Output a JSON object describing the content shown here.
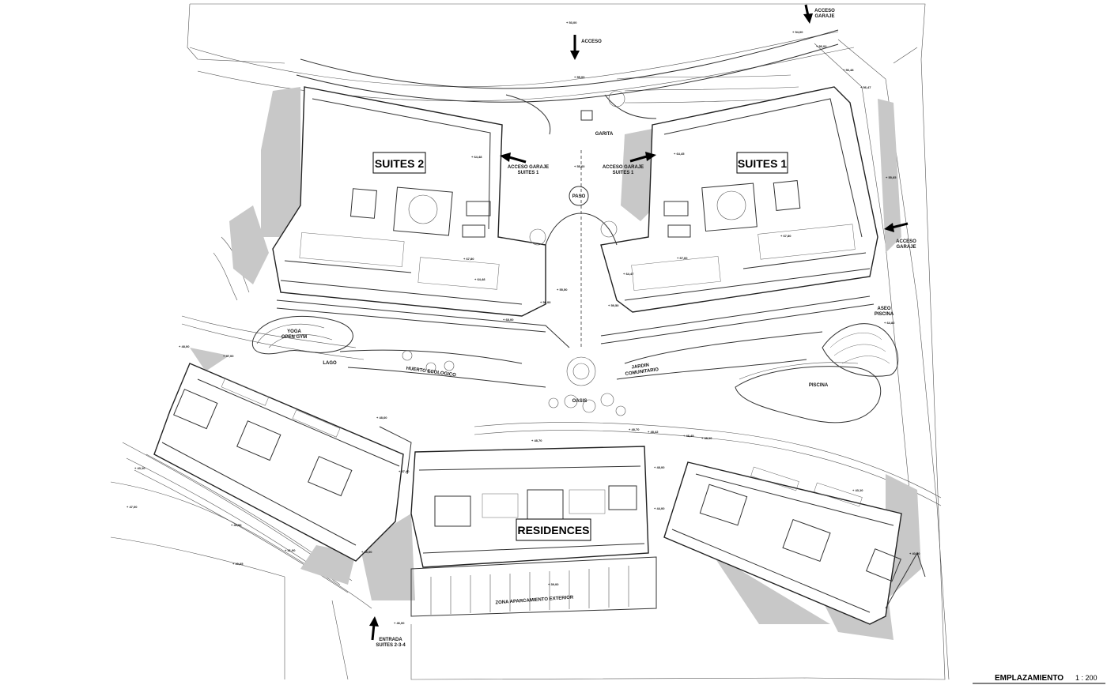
{
  "buildings": {
    "suites2": "SUITES 2",
    "suites1": "SUITES 1",
    "residences": "RESIDENCES"
  },
  "labels": {
    "acceso_top": "ACCESO",
    "acceso_garaje_top_l1": "ACCESO",
    "acceso_garaje_top_l2": "GARAJE",
    "garita": "GARITA",
    "acceso_garaje_s1_left_l1": "ACCESO GARAJE",
    "acceso_garaje_s1_left_l2": "SUITES 1",
    "acceso_garaje_s1_right_l1": "ACCESO GARAJE",
    "acceso_garaje_s1_right_l2": "SUITES 1",
    "paso": "PASO",
    "acceso_garaje_right_l1": "ACCESO",
    "acceso_garaje_right_l2": "GARAJE",
    "aseo_l1": "ASEO",
    "aseo_l2": "PISCINA",
    "yoga_l1": "YOGA",
    "yoga_l2": "OPEN GYM",
    "lago": "LAGO",
    "huerto": "HUERTO ECOLOGICO",
    "jardin_l1": "JARDIN",
    "jardin_l2": "COMUNITARIO",
    "oasis": "OASIS",
    "piscina": "PISCINA",
    "zona_aparcamiento": "ZONA APARCAMIENTO EXTERIOR",
    "entrada_l1": "ENTRADA",
    "entrada_l2": "SUITES 2-3-4"
  },
  "levels": [
    "+ 53,00",
    "+ 54,00",
    "+ 56,02",
    "+ 56,48",
    "+ 56,47",
    "+ 55,00",
    "+ 64,48",
    "+ 64,45",
    "+ 55,60",
    "+ 55,65",
    "+ 67,80",
    "+ 67,80",
    "+ 64,48",
    "+ 64,47",
    "+ 67,60",
    "+ 55,50",
    "+ 58,00",
    "+ 59,50",
    "+ 68,00",
    "+ 64,82",
    "+ 48,00",
    "+ 47,00",
    "+ 48,60",
    "+ 48,70",
    "+ 48,70",
    "+ 48,42",
    "+ 48,45",
    "+ 48,10",
    "+ 47,40",
    "+ 48,00",
    "+ 44,00",
    "+ 43,10",
    "+ 47,00",
    "+ 42,00",
    "+ 41,00",
    "+ 45,00",
    "+ 40,05",
    "+ 39,00",
    "+ 43,10",
    "+ 40,50",
    "+ 46,00"
  ],
  "title": {
    "text": "EMPLAZAMIENTO",
    "scale": "1 : 200"
  }
}
